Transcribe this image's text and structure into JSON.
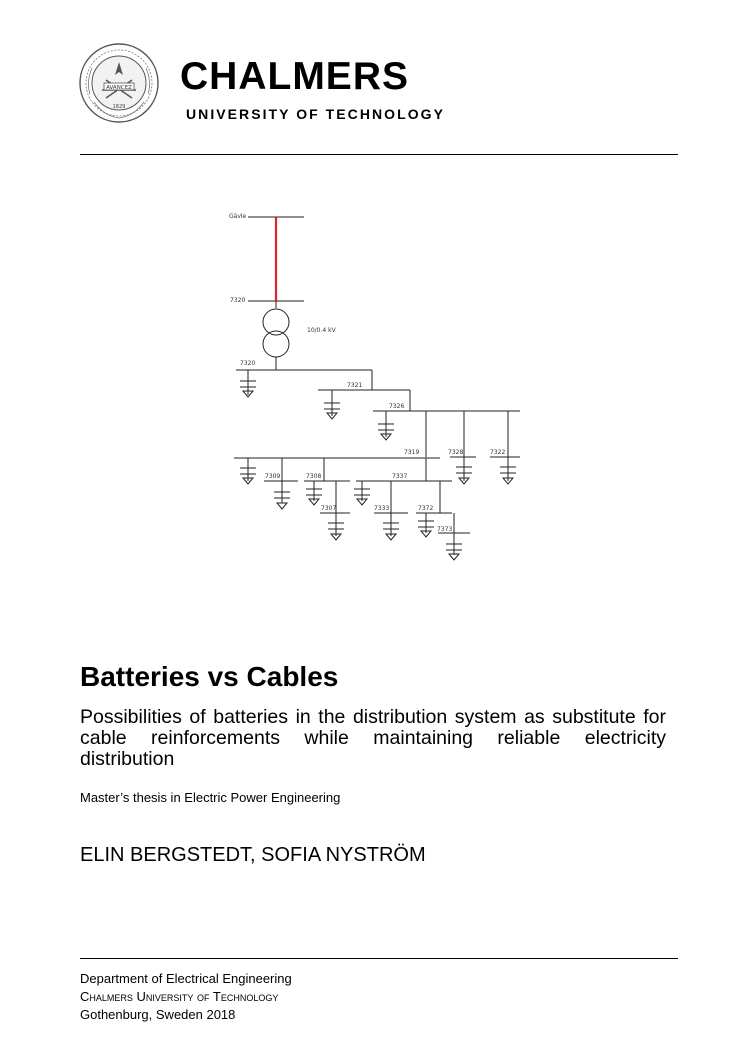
{
  "header": {
    "logo_icon": "chalmers-seal-icon",
    "seal_text": "AVANCEZ",
    "seal_year": "1829",
    "university_name": "CHALMERS",
    "university_subtitle": "UNIVERSITY OF TECHNOLOGY"
  },
  "diagram": {
    "feeder_color": "#d9262b",
    "source_label": "Gävle",
    "transformer_rating": "10/0.4 kV",
    "bus_labels": [
      "7320",
      "7320",
      "7321",
      "7326",
      "7319",
      "7328",
      "7322",
      "7309",
      "7308",
      "7307",
      "7337",
      "7333",
      "7372",
      "7373"
    ]
  },
  "title": "Batteries vs Cables",
  "subtitle": "Possibilities of batteries in the distribution system as substitute for cable reinforcements while maintaining reliable electricity distribution",
  "thesis_type": "Master’s thesis in Electric Power Engineering",
  "authors": "ELIN BERGSTEDT, SOFIA NYSTRÖM",
  "footer": {
    "department": "Department of Electrical Engineering",
    "university": "Chalmers University of Technology",
    "location": "Gothenburg, Sweden 2018"
  }
}
